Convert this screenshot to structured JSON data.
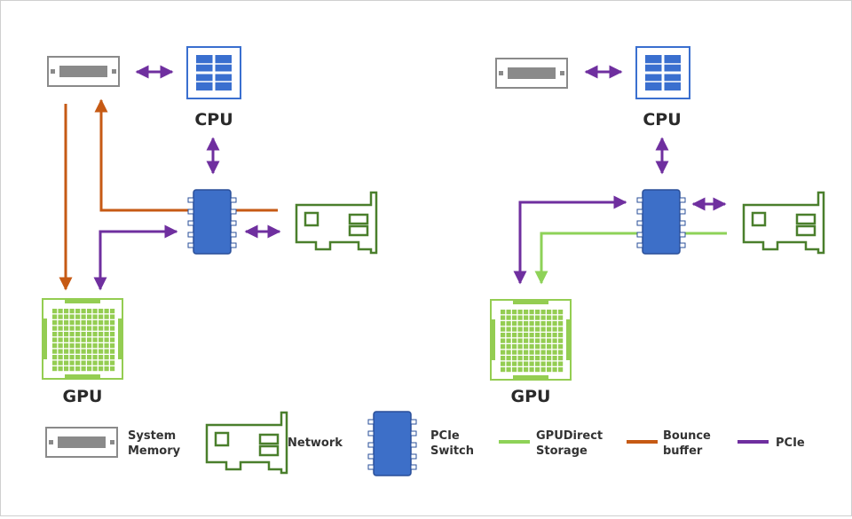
{
  "colors": {
    "gpudirect": "#8ed258",
    "bounce": "#c65a14",
    "pcie": "#6f2f9f",
    "cpu_blue": "#3a6fcf",
    "switch_blue": "#3d6fc8",
    "network_green": "#4a7f2c",
    "gpu_green": "#94cd52",
    "memory_gray": "#8a8a8a"
  },
  "left_diagram": {
    "cpu_label": "CPU",
    "gpu_label": "GPU"
  },
  "right_diagram": {
    "cpu_label": "CPU",
    "gpu_label": "GPU"
  },
  "legend": {
    "system_memory": [
      "System",
      "Memory"
    ],
    "network": "Network",
    "pcie_switch": [
      "PCIe",
      "Switch"
    ],
    "gpudirect_storage": [
      "GPUDirect",
      "Storage"
    ],
    "bounce_buffer": [
      "Bounce",
      "buffer"
    ],
    "pcie": "PCIe"
  }
}
